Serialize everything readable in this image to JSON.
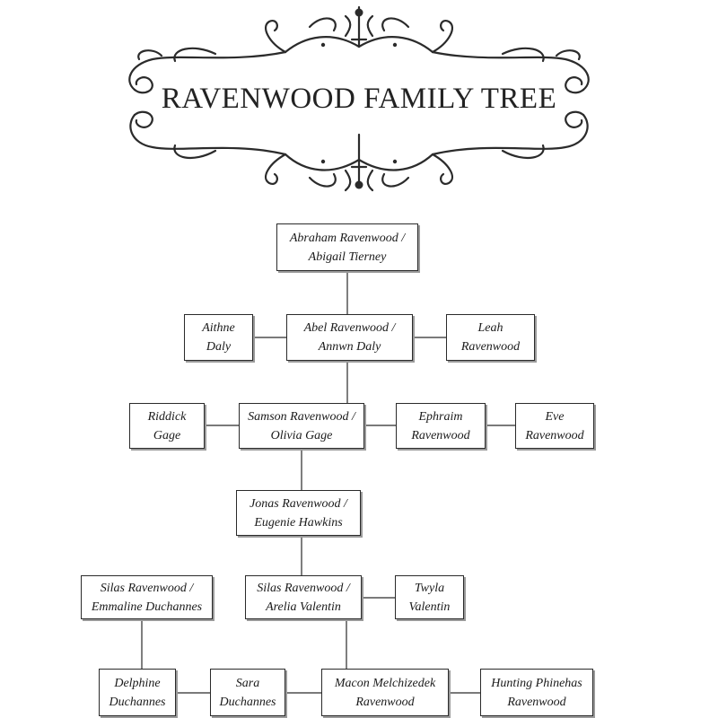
{
  "title": "RAVENWOOD FAMILY TREE",
  "nodes": {
    "abraham": [
      "Abraham Ravenwood /",
      "Abigail Tierney"
    ],
    "aithne": [
      "Aithne",
      "Daly"
    ],
    "abel": [
      "Abel Ravenwood /",
      "Annwn Daly"
    ],
    "leah": [
      "Leah",
      "Ravenwood"
    ],
    "riddick": [
      "Riddick",
      "Gage"
    ],
    "samson": [
      "Samson Ravenwood /",
      "Olivia Gage"
    ],
    "ephraim": [
      "Ephraim",
      "Ravenwood"
    ],
    "eve": [
      "Eve",
      "Ravenwood"
    ],
    "jonas": [
      "Jonas Ravenwood /",
      "Eugenie Hawkins"
    ],
    "silas_emm": [
      "Silas Ravenwood /",
      "Emmaline Duchannes"
    ],
    "silas_arelia": [
      "Silas Ravenwood /",
      "Arelia Valentin"
    ],
    "twyla": [
      "Twyla",
      "Valentin"
    ],
    "delphine": [
      "Delphine",
      "Duchannes"
    ],
    "sara": [
      "Sara",
      "Duchannes"
    ],
    "macon": [
      "Macon Melchizedek",
      "Ravenwood"
    ],
    "hunting": [
      "Hunting Phinehas",
      "Ravenwood"
    ]
  }
}
